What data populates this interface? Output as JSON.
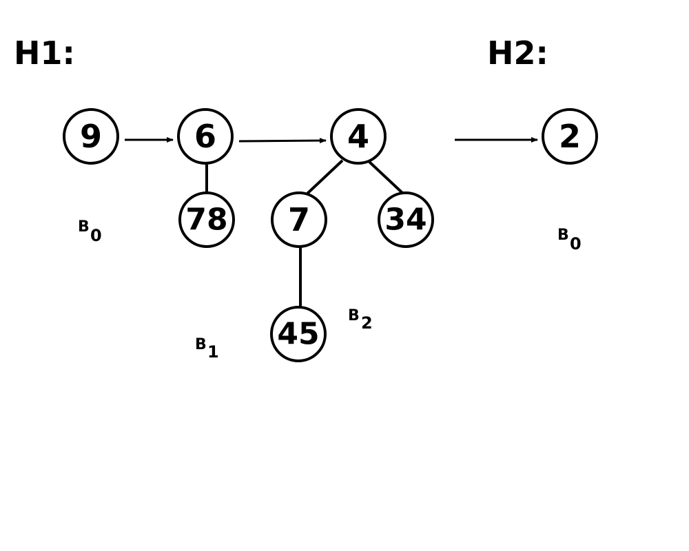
{
  "heaps": [
    {
      "id": "h1",
      "label": "H1:"
    },
    {
      "id": "h2",
      "label": "H2:"
    }
  ],
  "nodes": [
    {
      "id": "n9",
      "key": "9"
    },
    {
      "id": "n6",
      "key": "6"
    },
    {
      "id": "n78",
      "key": "78"
    },
    {
      "id": "n4",
      "key": "4"
    },
    {
      "id": "n7",
      "key": "7"
    },
    {
      "id": "n34",
      "key": "34"
    },
    {
      "id": "n45",
      "key": "45"
    },
    {
      "id": "n2",
      "key": "2"
    }
  ],
  "edges": [
    {
      "from": "n6",
      "to": "n78"
    },
    {
      "from": "n4",
      "to": "n7"
    },
    {
      "from": "n4",
      "to": "n34"
    },
    {
      "from": "n7",
      "to": "n45"
    }
  ],
  "root_links": [
    {
      "from": "n9",
      "to": "n6"
    },
    {
      "from": "n6",
      "to": "n4"
    },
    {
      "from": "h1-list-end",
      "to": "n2"
    }
  ],
  "tree_labels": [
    {
      "id": "h1-b0",
      "letter": "B",
      "order": "0"
    },
    {
      "id": "h1-b1",
      "letter": "B",
      "order": "1"
    },
    {
      "id": "h1-b2",
      "letter": "B",
      "order": "2"
    },
    {
      "id": "h2-b0",
      "letter": "B",
      "order": "0"
    }
  ],
  "colors": {
    "stroke": "#000000",
    "fill": "#ffffff",
    "text": "#000000"
  }
}
